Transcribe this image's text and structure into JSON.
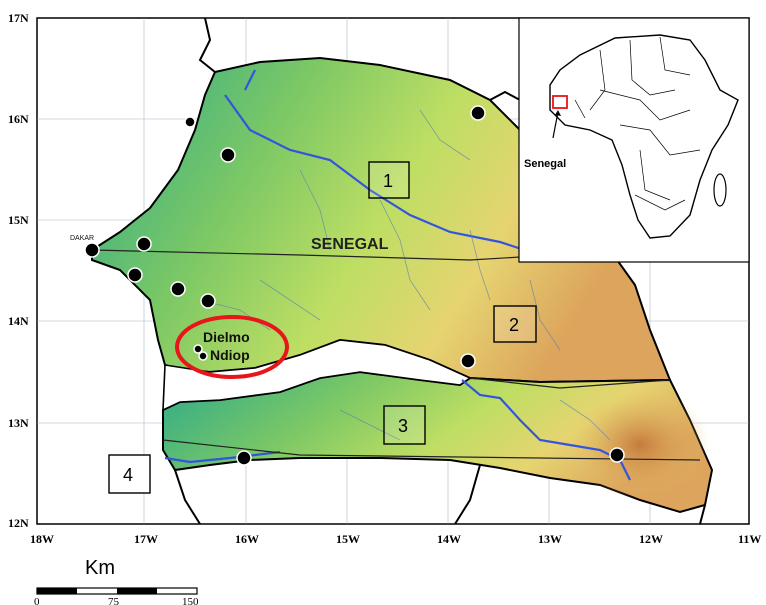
{
  "map": {
    "country_label": "SENEGAL",
    "capital_label": "DAKAR",
    "study_sites": [
      "Dielmo",
      "Ndiop"
    ],
    "zone_labels": [
      "1",
      "2",
      "3",
      "4"
    ],
    "lat_labels": [
      "17N",
      "16N",
      "15N",
      "14N",
      "13N",
      "12N"
    ],
    "lon_labels": [
      "18W",
      "17W",
      "16W",
      "15W",
      "14W",
      "13W",
      "12W",
      "11W"
    ]
  },
  "inset": {
    "label": "Senegal"
  },
  "scale_bar": {
    "title": "Km",
    "ticks": [
      "0",
      "75",
      "150"
    ]
  },
  "colors": {
    "lowland": "#2db38a",
    "midland": "#a9d65c",
    "highland": "#e4c36a",
    "peak": "#c9884a",
    "river": "#3355dd",
    "highlight_ring": "#e8151b"
  }
}
